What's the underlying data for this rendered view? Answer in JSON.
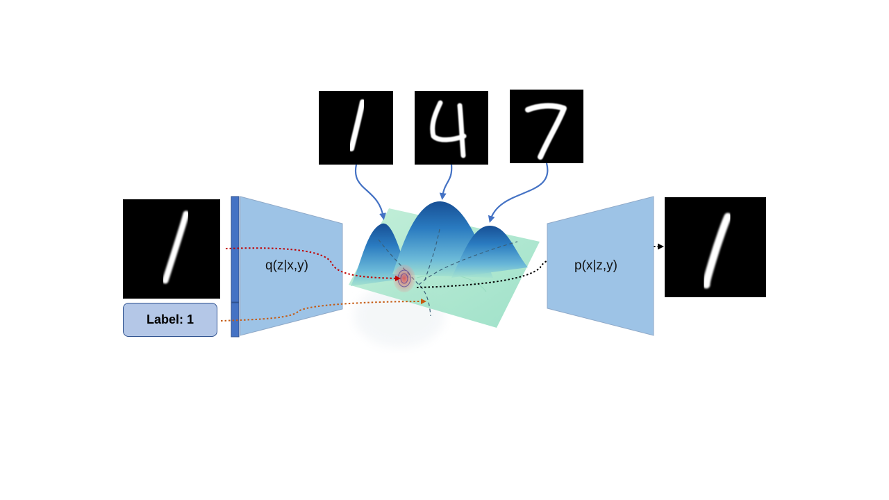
{
  "encoder": {
    "label": "q(z|x,y)"
  },
  "decoder": {
    "label": "p(x|z,y)"
  },
  "condition": {
    "label": "Label: 1"
  },
  "prototypes": [
    {
      "digit": "1"
    },
    {
      "digit": "4"
    },
    {
      "digit": "7"
    }
  ],
  "input_digit": "1",
  "output_digit": "1",
  "colors": {
    "encoder_fill": "#9dc3e6",
    "bar_fill": "#4472c4",
    "label_fill": "#b4c7e7",
    "label_border": "#2f528f",
    "arrow_blue": "#4472c4",
    "red_path": "#c00000",
    "orange_path": "#c55a11",
    "black_path": "#000000",
    "surface_low": "#a8e6c8",
    "surface_high": "#1f6fb4"
  }
}
